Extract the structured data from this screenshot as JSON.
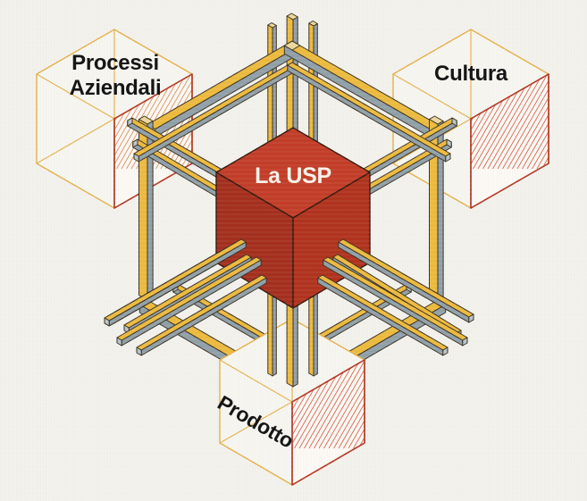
{
  "diagram": {
    "center_cube": {
      "label": "La USP"
    },
    "nodes": [
      {
        "id": "processi-aziendali",
        "label": "Processi Aziendali"
      },
      {
        "id": "cultura",
        "label": "Cultura"
      },
      {
        "id": "prodotto",
        "label": "Prodotto"
      }
    ]
  },
  "colors": {
    "background": "#f2f1ec",
    "wireframe_yellow": "#e4b04a",
    "beam_yellow": "#ecba3e",
    "beam_gray": "#90a0a9",
    "beam_outline": "#3a2f20",
    "end_cap": "#b9c5ca",
    "top_cap": "#ead79b",
    "cube_top": "#c23d28",
    "cube_left": "#a42f1e",
    "cube_right": "#b0331e",
    "cube_outline": "#35190f",
    "hatch_red": "#c8452e",
    "hatch_orange": "#cf7a40",
    "hatch_border": "#b23b28",
    "hatch_face_fill": "#fcf8f3",
    "cube_face_fill": "#f6f5f0",
    "label_dark": "#161616",
    "label_light": "#f7f1e8"
  }
}
